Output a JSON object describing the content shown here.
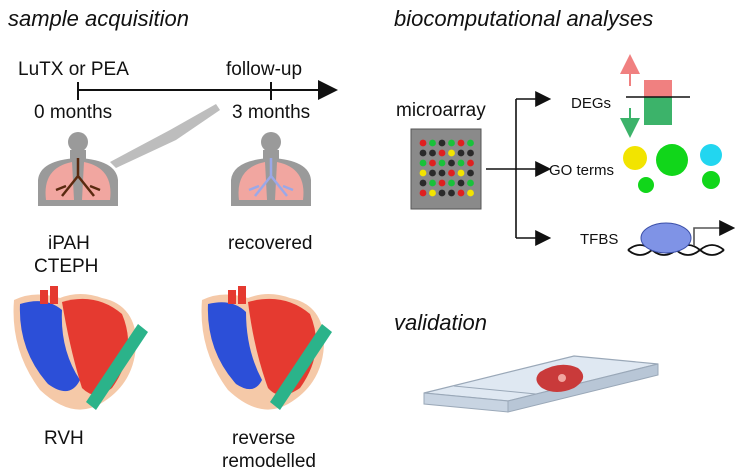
{
  "sections": {
    "acquisition": "sample acquisition",
    "analyses": "biocomputational analyses",
    "validation": "validation"
  },
  "timeline": {
    "start_event": "LuTX or PEA",
    "end_event": "follow-up",
    "start_time": "0 months",
    "end_time": "3 months"
  },
  "groups": {
    "lung_before_1": "iPAH",
    "lung_before_2": "CTEPH",
    "lung_after": "recovered",
    "heart_before": "RVH",
    "heart_after_1": "reverse",
    "heart_after_2": "remodelled"
  },
  "analysis": {
    "input": "microarray",
    "out_degs": "DEGs",
    "out_go": "GO terms",
    "out_tfbs": "TFBS"
  },
  "colors": {
    "line": "#111111",
    "lung_pink": "#f1a6a0",
    "lung_blue": "#9aa8e8",
    "heart_red": "#e53a30",
    "heart_blue": "#2c4fd8",
    "scalpel": "#2bb38a",
    "deg_up": "#f08080",
    "deg_down": "#3cb36a",
    "go_yellow": "#f2e400",
    "go_green": "#11d61a",
    "go_cyan": "#22d6f0",
    "tfbs_blob": "#7f93e6",
    "chip_grey": "#8a8a8a"
  }
}
